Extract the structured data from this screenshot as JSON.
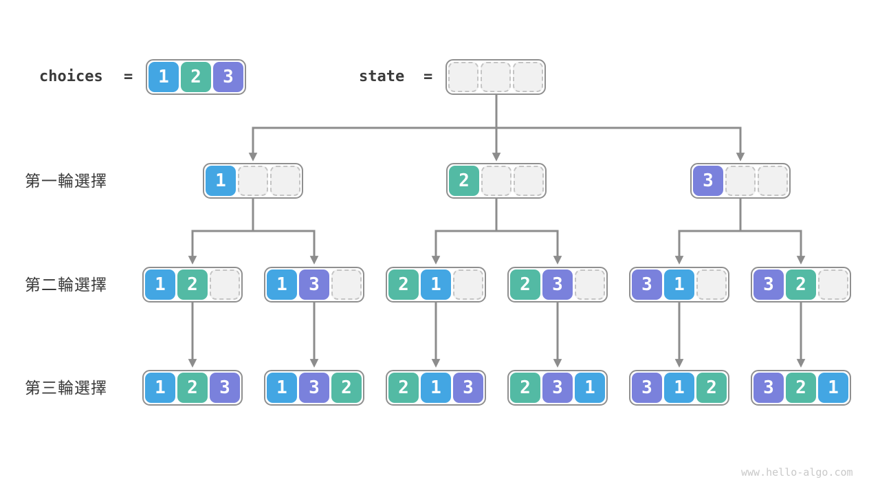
{
  "header": {
    "choices_label": "choices",
    "choices_equals": "=",
    "choices_values": [
      1,
      2,
      3
    ],
    "state_label": "state",
    "state_equals": "=",
    "state_values": [
      null,
      null,
      null
    ]
  },
  "tree": {
    "levels": [
      {
        "label": "第一輪選擇",
        "nodes": [
          [
            1,
            null,
            null
          ],
          [
            2,
            null,
            null
          ],
          [
            3,
            null,
            null
          ]
        ]
      },
      {
        "label": "第二輪選擇",
        "nodes": [
          [
            1,
            2,
            null
          ],
          [
            1,
            3,
            null
          ],
          [
            2,
            1,
            null
          ],
          [
            2,
            3,
            null
          ],
          [
            3,
            1,
            null
          ],
          [
            3,
            2,
            null
          ]
        ]
      },
      {
        "label": "第三輪選擇",
        "nodes": [
          [
            1,
            2,
            3
          ],
          [
            1,
            3,
            2
          ],
          [
            2,
            1,
            3
          ],
          [
            2,
            3,
            1
          ],
          [
            3,
            1,
            2
          ],
          [
            3,
            2,
            1
          ]
        ]
      }
    ]
  },
  "watermark": "www.hello-algo.com",
  "colors": {
    "value1": "#43A6E3",
    "value2": "#53BAA4",
    "value3": "#7A81DC",
    "arrow": "#8C8C8C",
    "node_border": "#8F8F8F",
    "empty_fill": "#F1F1F1",
    "empty_border": "#C4C4C4",
    "text": "#3A3A3A",
    "watermark": "#C9C9C9"
  }
}
